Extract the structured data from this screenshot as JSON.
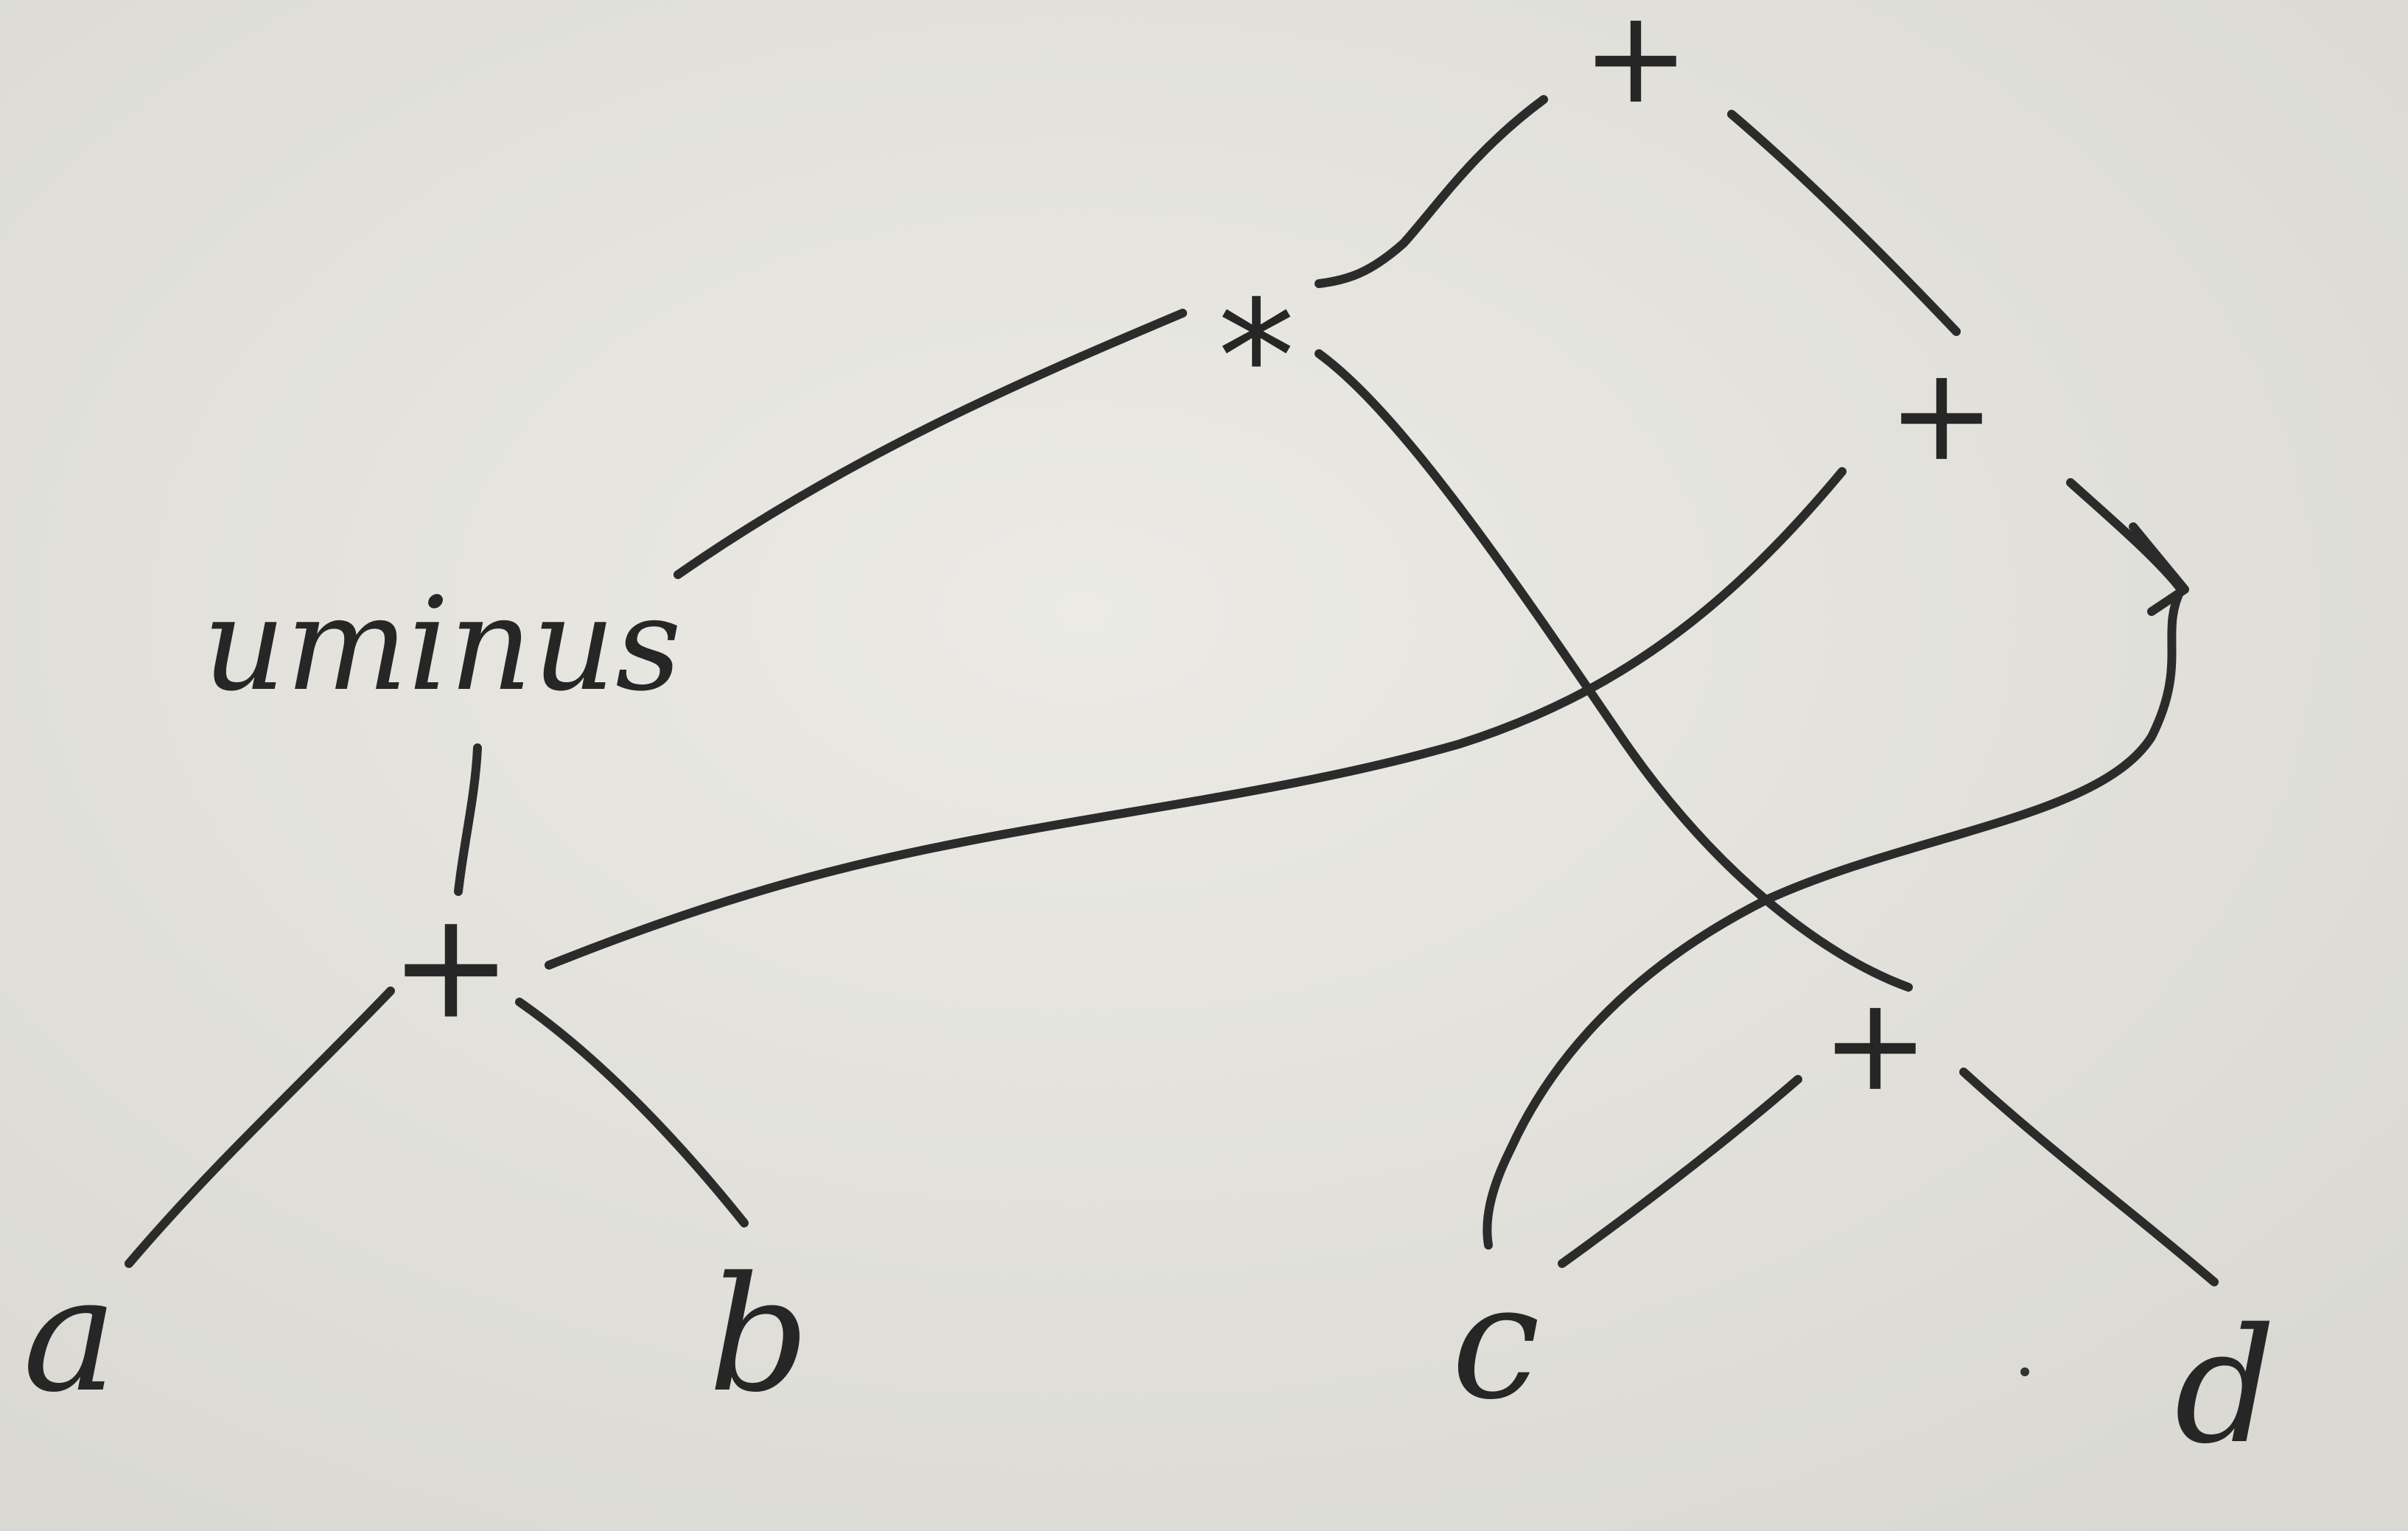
{
  "diagram": {
    "nodes": [
      {
        "id": "plus-root",
        "label": "+"
      },
      {
        "id": "times",
        "label": "*"
      },
      {
        "id": "plus-right",
        "label": "+"
      },
      {
        "id": "uminus",
        "label": "uminus"
      },
      {
        "id": "plus-left",
        "label": "+"
      },
      {
        "id": "plus-cd",
        "label": "+"
      },
      {
        "id": "leaf-a",
        "label": "a"
      },
      {
        "id": "leaf-b",
        "label": "b"
      },
      {
        "id": "leaf-c",
        "label": "c"
      },
      {
        "id": "leaf-d",
        "label": "d"
      }
    ],
    "edges": [
      {
        "from": "plus-root",
        "to": "times"
      },
      {
        "from": "plus-root",
        "to": "plus-right"
      },
      {
        "from": "times",
        "to": "uminus"
      },
      {
        "from": "times",
        "to": "plus-cd"
      },
      {
        "from": "uminus",
        "to": "plus-left"
      },
      {
        "from": "plus-left",
        "to": "leaf-a"
      },
      {
        "from": "plus-left",
        "to": "leaf-b"
      },
      {
        "from": "plus-right",
        "to": "plus-left"
      },
      {
        "from": "plus-right",
        "to": "leaf-c"
      },
      {
        "from": "plus-cd",
        "to": "leaf-c"
      },
      {
        "from": "plus-cd",
        "to": "leaf-d"
      }
    ]
  }
}
